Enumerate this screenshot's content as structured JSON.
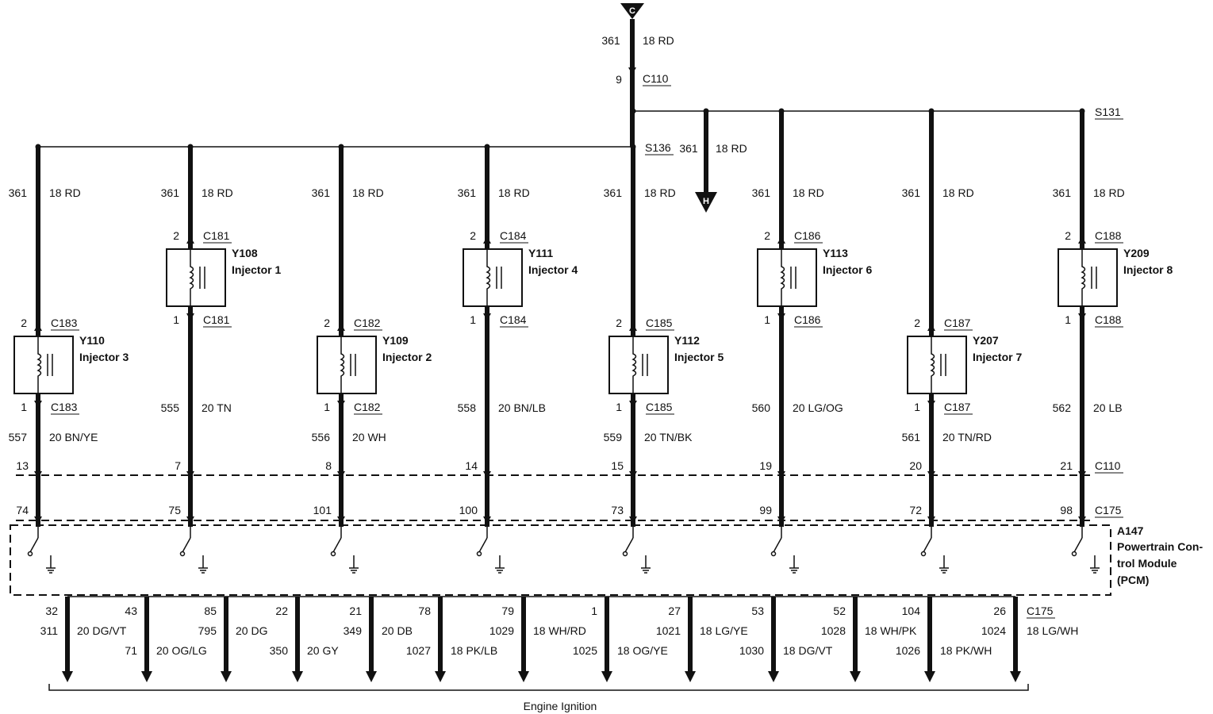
{
  "connectors": {
    "top_connector": "C",
    "h_connector": "H"
  },
  "top": {
    "wire_circuit": "361",
    "wire_gauge_color": "18 RD",
    "c110_pin": "9",
    "c110_label": "C110",
    "s131_label": "S131",
    "s136_label": "S136",
    "h_branch_circuit": "361",
    "h_branch_gauge_color": "18 RD"
  },
  "injectors": [
    {
      "id": "Y110",
      "name": "Injector 3",
      "upper_circuit": "361",
      "upper_gauge": "18 RD",
      "pin_in": "2",
      "conn": "C183",
      "pin_out": "1",
      "circuit": "557",
      "gauge": "20 BN/YE",
      "c110_pin": "13",
      "c175_pin": "74"
    },
    {
      "id": "Y108",
      "name": "Injector 1",
      "upper_circuit": "361",
      "upper_gauge": "18 RD",
      "pin_in": "2",
      "conn": "C181",
      "pin_out": "1",
      "circuit": "555",
      "gauge": "20 TN",
      "c110_pin": "7",
      "c175_pin": "75"
    },
    {
      "id": "Y109",
      "name": "Injector 2",
      "upper_circuit": "361",
      "upper_gauge": "18 RD",
      "pin_in": "2",
      "conn": "C182",
      "pin_out": "1",
      "circuit": "556",
      "gauge": "20 WH",
      "c110_pin": "8",
      "c175_pin": "101"
    },
    {
      "id": "Y111",
      "name": "Injector 4",
      "upper_circuit": "361",
      "upper_gauge": "18 RD",
      "pin_in": "2",
      "conn": "C184",
      "pin_out": "1",
      "circuit": "558",
      "gauge": "20 BN/LB",
      "c110_pin": "14",
      "c175_pin": "100"
    },
    {
      "id": "Y112",
      "name": "Injector 5",
      "upper_circuit": "361",
      "upper_gauge": "18 RD",
      "pin_in": "2",
      "conn": "C185",
      "pin_out": "1",
      "circuit": "559",
      "gauge": "20 TN/BK",
      "c110_pin": "15",
      "c175_pin": "73"
    },
    {
      "id": "Y113",
      "name": "Injector 6",
      "upper_circuit": "361",
      "upper_gauge": "18 RD",
      "pin_in": "2",
      "conn": "C186",
      "pin_out": "1",
      "circuit": "560",
      "gauge": "20 LG/OG",
      "c110_pin": "19",
      "c175_pin": "99"
    },
    {
      "id": "Y207",
      "name": "Injector 7",
      "upper_circuit": "361",
      "upper_gauge": "18 RD",
      "pin_in": "2",
      "conn": "C187",
      "pin_out": "1",
      "circuit": "561",
      "gauge": "20 TN/RD",
      "c110_pin": "20",
      "c175_pin": "72"
    },
    {
      "id": "Y209",
      "name": "Injector 8",
      "upper_circuit": "361",
      "upper_gauge": "18 RD",
      "pin_in": "2",
      "conn": "C188",
      "pin_out": "1",
      "circuit": "562",
      "gauge": "20 LB",
      "c110_pin": "21",
      "c175_pin": "98"
    }
  ],
  "connector_rows": {
    "c110": "C110",
    "c175": "C175"
  },
  "pcm": {
    "id": "A147",
    "name_line1": "Powertrain Con-",
    "name_line2": "trol Module",
    "name_line3": "(PCM)"
  },
  "outputs": [
    {
      "pin": "32",
      "circuit": "311"
    },
    {
      "pin": "43",
      "circuit": "71"
    },
    {
      "pin": "85",
      "circuit": "795"
    },
    {
      "pin": "22",
      "circuit": "350"
    },
    {
      "pin": "21",
      "circuit": "349"
    },
    {
      "pin": "78",
      "circuit": "1027"
    },
    {
      "pin": "79",
      "circuit": "1029"
    },
    {
      "pin": "1",
      "circuit": "1025"
    },
    {
      "pin": "27",
      "circuit": "1021"
    },
    {
      "pin": "53",
      "circuit": "1030"
    },
    {
      "pin": "52",
      "circuit": "1028"
    },
    {
      "pin": "104",
      "circuit": "1026"
    },
    {
      "pin": "26",
      "circuit": "1024"
    }
  ],
  "output_gauges": [
    "20 DG/VT",
    "20 OG/LG",
    "20 DG",
    "20 GY",
    "20 DB",
    "18 PK/LB",
    "18 WH/RD",
    "18 OG/YE",
    "18 LG/YE",
    "18 DG/VT",
    "18 WH/PK",
    "18 PK/WH",
    "18 LG/WH"
  ],
  "output_connector": "C175",
  "bottom_label": "Engine Ignition"
}
